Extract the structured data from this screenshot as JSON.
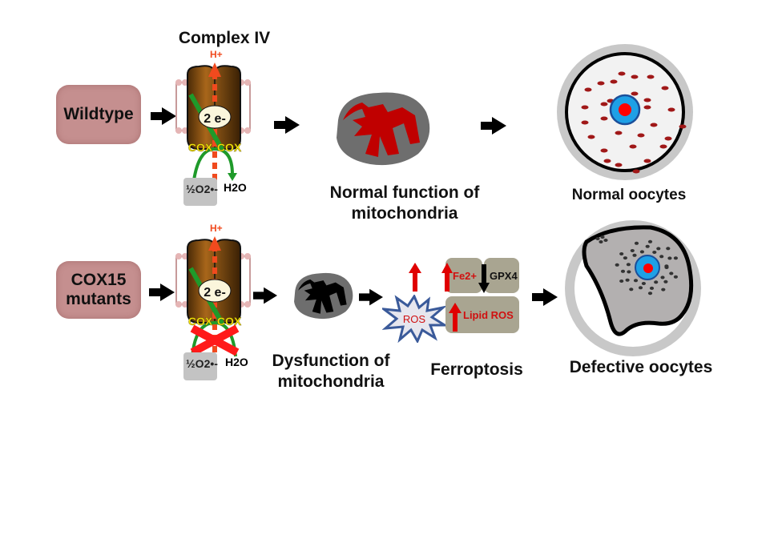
{
  "title": "Complex IV",
  "rows": [
    {
      "genotype": "Wildtype",
      "proton_label": "H+",
      "electron_label": "2 e-",
      "cox_labels": [
        "COX",
        "COX"
      ],
      "substrate_label": "½O2•-",
      "product_label": "H2O",
      "mitochondria_label_line1": "Normal function of",
      "mitochondria_label_line2": "mitochondria",
      "oocyte_label": "Normal oocytes"
    },
    {
      "genotype_line1": "COX15",
      "genotype_line2": "mutants",
      "proton_label": "H+",
      "electron_label": "2 e-",
      "cox_labels": [
        "COX",
        "COX"
      ],
      "substrate_label": "½O2•-",
      "product_label": "H2O",
      "mitochondria_label_line1": "Dysfunction of",
      "mitochondria_label_line2": "mitochondria",
      "ros_label": "ROS",
      "ferroptosis": {
        "fe_label": "Fe2+",
        "gpx_label": "GPX4",
        "lipid_label": "Lipid ROS",
        "title": "Ferroptosis"
      },
      "oocyte_label": "Defective oocytes"
    }
  ],
  "colors": {
    "genotype_box": "#c58f8f",
    "complex_brown": "#7a4a12",
    "proton_arrow": "#f04a1e",
    "electron_path": "#1f9a2a",
    "cox_text": "#f5e60a",
    "mito_normal_cristae": "#c00000",
    "mito_body": "#6e6e6e",
    "ros_star_fill": "#e6e6ee",
    "ros_star_stroke": "#3a5a9a",
    "up_arrow": "#e00000",
    "ferroptosis_box": "#a9a591",
    "nucleus_blue": "#1ea0e6",
    "nucleus_red": "#ff0000",
    "oocyte_ring": "#c8c8c8"
  }
}
